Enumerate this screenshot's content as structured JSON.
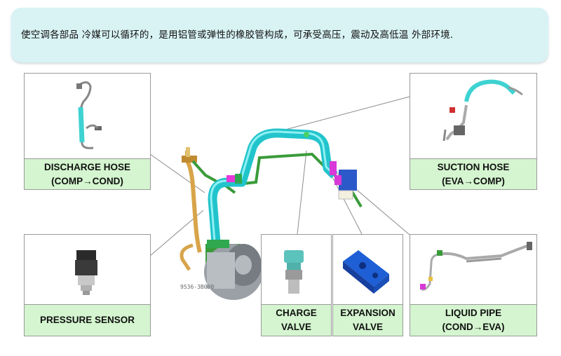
{
  "banner": {
    "text": "使空调各部品 冷媒可以循环的，是用铝管或弹性的橡胶管构成，可承受高压，震动及高低温 外部环境."
  },
  "components": {
    "discharge_hose": {
      "line1": "DISCHARGE HOSE",
      "line2": "(COMP→COND)"
    },
    "suction_hose": {
      "line1": "SUCTION HOSE",
      "line2": "(EVA→COMP)"
    },
    "pressure_sensor": {
      "line1": "PRESSURE SENSOR"
    },
    "charge_valve": {
      "line1": "CHARGE",
      "line2": "VALVE"
    },
    "expansion_valve": {
      "line1": "EXPANSION",
      "line2": "VALVE"
    },
    "liquid_pipe": {
      "line1": "LIQUID PIPE",
      "line2": "(COND→EVA)"
    }
  },
  "compressor": {
    "stamp": "9536-3B000"
  }
}
